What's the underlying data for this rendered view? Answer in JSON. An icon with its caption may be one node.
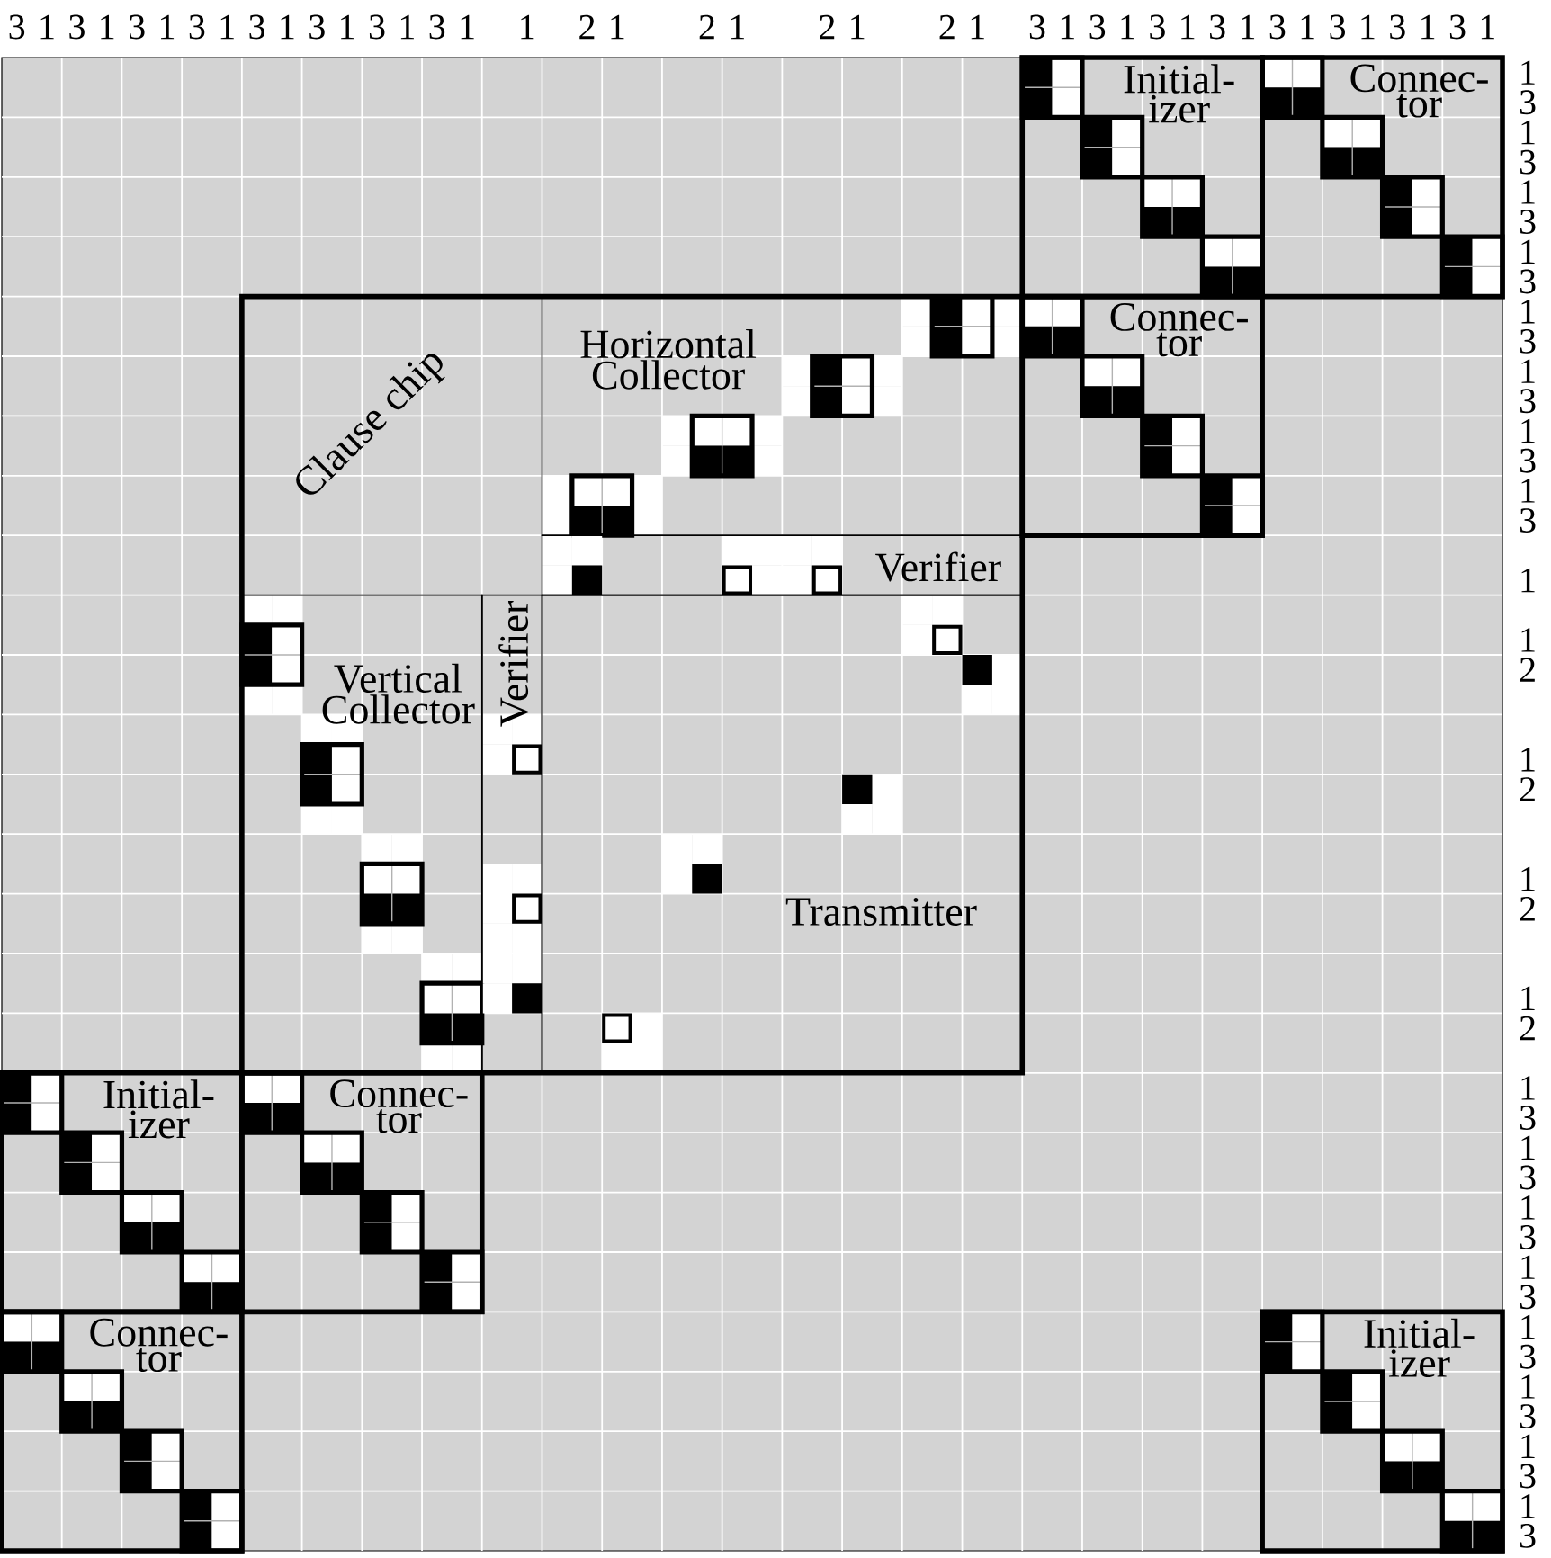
{
  "diagram": {
    "nodes": [
      {
        "text": [
          "Initial-izer"
        ]
      },
      {
        "text": [
          "Connec-tor"
        ]
      },
      {
        "text": [
          "Clause chip"
        ]
      },
      {
        "text": [
          "Horizontal Collector"
        ],
        "in": 2
      },
      {
        "text": [
          "Connec-tor"
        ]
      },
      {
        "text": [
          "Verifier"
        ],
        "in": 2
      },
      {
        "text": [
          "Verifier"
        ],
        "in": 2
      },
      {
        "text": [
          "Vertical Collector"
        ],
        "in": 2
      },
      {
        "text": [
          "Transmitter"
        ],
        "in": 2
      },
      {
        "text": [
          "Initial-izer"
        ]
      },
      {
        "text": [
          "Connec-tor"
        ]
      },
      {
        "text": [
          "Connec-tor"
        ]
      },
      {
        "text": [
          "Initial-izer"
        ]
      }
    ],
    "labels": [
      "3",
      "1",
      "3",
      "1",
      "3",
      "1",
      "3",
      "1",
      "3",
      "1",
      "3",
      "1",
      "3",
      "1",
      "3",
      "1",
      "1",
      "2",
      "1",
      "2",
      "1",
      "2",
      "1",
      "2",
      "1",
      "3",
      "1",
      "3",
      "1",
      "3",
      "1",
      "3",
      "1",
      "3",
      "1",
      "3",
      "1",
      "3",
      "1",
      "3",
      "1",
      "1",
      "3",
      "1",
      "3",
      "1",
      "3",
      "1",
      "3",
      "1",
      "3",
      "1",
      "3",
      "1",
      "3",
      "1",
      "3",
      "1",
      "1",
      "2",
      "1",
      "2",
      "1",
      "2",
      "1",
      "2",
      "1",
      "3",
      "1",
      "3",
      "1",
      "3",
      "1",
      "3",
      "1",
      "3",
      "1",
      "3",
      "1",
      "3",
      "1",
      "3"
    ]
  }
}
